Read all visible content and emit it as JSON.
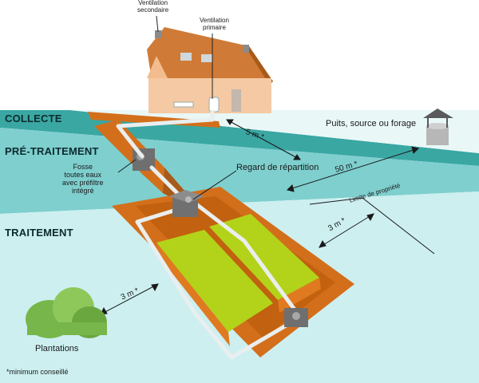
{
  "bands": {
    "collecte": "COLLECTE",
    "pretraitement": "PRÉ-TRAITEMENT",
    "traitement": "TRAITEMENT"
  },
  "labels": {
    "ventilation_secondaire": "Ventilation\nsecondaire",
    "ventilation_primaire": "Ventilation\nprimaire",
    "puits": "Puits, source ou forage",
    "regard": "Regard de répartition",
    "fosse": "Fosse\ntoutes eaux\navec préfiltre\nintégré",
    "limite": "Limite de propriété",
    "plantations": "Plantations",
    "footnote": "*minimum conseillé"
  },
  "distances": {
    "house_to_fosse": "5 m *",
    "well_to_treatment": "50 m *",
    "property_limit": "3 m *",
    "plantations": "3 m *"
  },
  "colors": {
    "band_collecte": "#3aa7a3",
    "band_pretraitement": "#7ecfce",
    "band_traitement": "#cdeff0",
    "earth": "#d36f1b",
    "earth_dark": "#a85a18",
    "filter_green": "#b3d31a",
    "pipe": "#e9eeee",
    "roof": "#cf7a36",
    "wall": "#f4c9a3",
    "plant": "#77b64a"
  }
}
